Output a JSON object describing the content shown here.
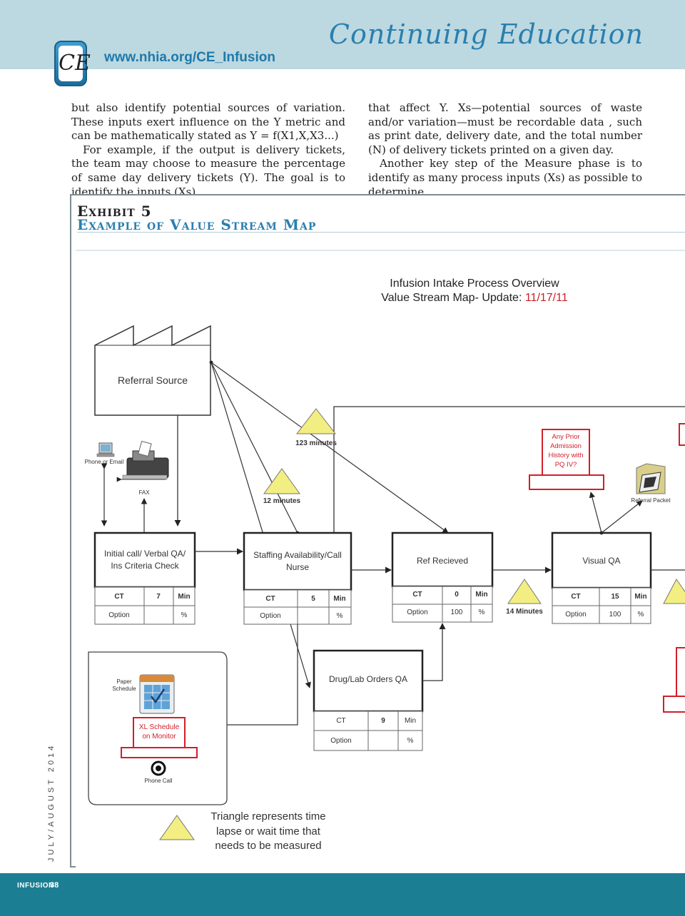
{
  "header": {
    "logo_text": "CE",
    "site_url": "www.nhia.org/CE_Infusion",
    "section_title": "Continuing Education"
  },
  "article": {
    "left_paragraphs": [
      "but also identify potential sources of variation. These inputs exert influence on the Y metric and can be mathematically stated as Y = f(X1,X,X3...)",
      "For example, if the output is delivery tickets, the team may choose to measure the percentage of same day delivery tickets (Y). The goal is to identify the inputs (Xs)"
    ],
    "right_paragraphs": [
      "that affect Y. Xs—potential sources of waste and/or variation—must be recordable data , such as print date, delivery date, and the total number (N) of delivery tickets printed on a given day.",
      "Another key step of the Measure phase is to identify as many process inputs (Xs) as possible to determine"
    ]
  },
  "exhibit": {
    "label": "Exhibit 5",
    "title": "Example of Value Stream Map"
  },
  "vsm": {
    "title_line1": "Infusion Intake Process Overview",
    "title_line2_prefix": "Value Stream Map- Update: ",
    "title_date": "11/17/11",
    "referral_source": "Referral Source",
    "phone_email": "Phone or Email",
    "fax": "FAX",
    "wait_123": "123 minutes",
    "wait_12": "12 minutes",
    "wait_14": "14 Minutes",
    "prior_admission": [
      "Any Prior",
      "Admission",
      "History with",
      "PQ IV?"
    ],
    "referral_packet": "Referral Packet",
    "paper_schedule": [
      "Paper",
      "Schedule"
    ],
    "xl_schedule": [
      "XL Schedule",
      "on Monitor"
    ],
    "phone_call": "Phone Call",
    "legend": [
      "Triangle represents time",
      "lapse or wait time that",
      "needs to be measured"
    ],
    "processes": [
      {
        "name": [
          "Initial call/ Verbal QA/",
          "Ins Criteria Check"
        ],
        "ct_label": "CT",
        "ct_value": "7",
        "ct_unit": "Min",
        "option_label": "Option",
        "option_value": "",
        "option_unit": "%"
      },
      {
        "name": [
          "Staffing Availability/Call",
          "Nurse"
        ],
        "ct_label": "CT",
        "ct_value": "5",
        "ct_unit": "Min",
        "option_label": "Option",
        "option_value": "",
        "option_unit": "%"
      },
      {
        "name": [
          "Ref Recieved"
        ],
        "ct_label": "CT",
        "ct_value": "0",
        "ct_unit": "Min",
        "option_label": "Option",
        "option_value": "100",
        "option_unit": "%"
      },
      {
        "name": [
          "Visual QA"
        ],
        "ct_label": "CT",
        "ct_value": "15",
        "ct_unit": "Min",
        "option_label": "Option",
        "option_value": "100",
        "option_unit": "%"
      },
      {
        "name": [
          "Drug/Lab Orders QA"
        ],
        "ct_label": "CT",
        "ct_value": "9",
        "ct_unit": "Min",
        "option_label": "Option",
        "option_value": "",
        "option_unit": "%"
      }
    ],
    "colors": {
      "triangle_fill": "#f2ee82",
      "red_box": "#d11f2a",
      "title_date": "#c8202a"
    }
  },
  "footer": {
    "brand": "INFUSION",
    "page": "38",
    "issue": "JULY/AUGUST 2014"
  }
}
